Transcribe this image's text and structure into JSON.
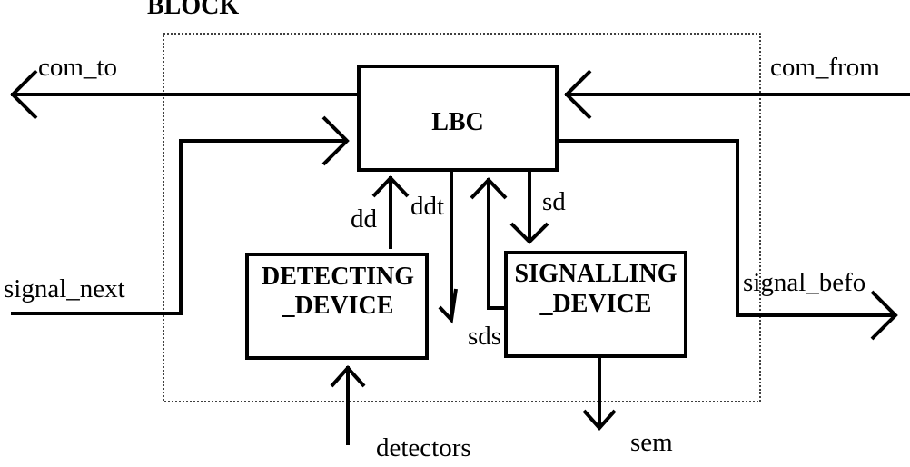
{
  "block": {
    "title": "BLOCK"
  },
  "boxes": {
    "lbc": "LBC",
    "detecting_line1": "DETECTING",
    "detecting_line2": "_DEVICE",
    "signalling_line1": "SIGNALLING",
    "signalling_line2": "_DEVICE"
  },
  "signals": {
    "com_to": "com_to",
    "com_from": "com_from",
    "signal_next": "signal_next",
    "signal_befo": "signal_befo",
    "dd": "dd",
    "ddt": "ddt",
    "sd": "sd",
    "sds": "sds",
    "detectors": "detectors",
    "sem": "sem"
  }
}
